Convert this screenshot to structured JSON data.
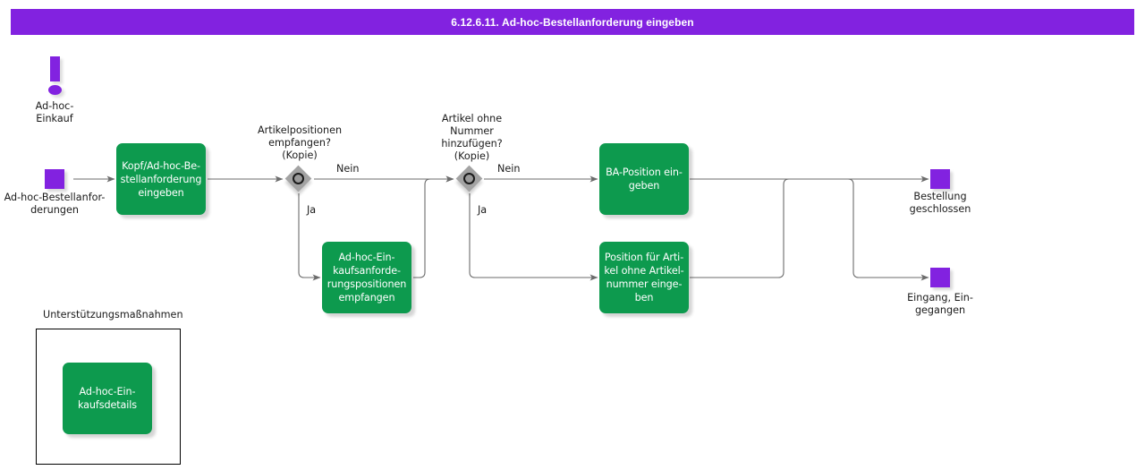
{
  "header": {
    "title": "6.12.6.11. Ad-hoc-Bestellanforderung eingeben",
    "bar_color": "#8222e0",
    "text_color": "#ffffff"
  },
  "colors": {
    "task_green": "#0d9a4e",
    "event_purple": "#8222e0",
    "gateway_gray": "#a3a3a3",
    "connector_gray": "#6b6b6b",
    "text_dark": "#1a1a1a"
  },
  "diagram": {
    "type": "bpmn-process-flow",
    "start_marker": {
      "icon": "exclamation-icon",
      "label": "Ad-hoc-\nEinkauf"
    },
    "start_event": {
      "icon": "message-event-square",
      "label": "Ad-hoc-Bestellanfor-\nderungen"
    },
    "tasks": [
      {
        "id": "t1",
        "label": "Kopf/Ad-hoc-Be-\nstellanforderung\neingeben"
      },
      {
        "id": "t2",
        "label": "Ad-hoc-Ein-\nkaufsanforde-\nrungspositionen\nempfangen"
      },
      {
        "id": "t3",
        "label": "BA-Position ein-\ngeben"
      },
      {
        "id": "t4",
        "label": "Position für Arti-\nkel ohne Artikel-\nnummer einge-\nben"
      },
      {
        "id": "t5",
        "label": "Ad-hoc-Ein-\nkaufsdetails"
      }
    ],
    "gateways": [
      {
        "id": "g1",
        "label": "Artikelpositionen\nempfangen?\n(Kopie)"
      },
      {
        "id": "g2",
        "label": "Artikel ohne\nNummer\nhinzufügen?\n(Kopie)"
      }
    ],
    "flow_labels": {
      "g1_no": "Nein",
      "g1_yes": "Ja",
      "g2_no": "Nein",
      "g2_yes": "Ja"
    },
    "end_events": [
      {
        "id": "e1",
        "label": "Bestellung\ngeschlossen"
      },
      {
        "id": "e2",
        "label": "Eingang, Ein-\ngegangen"
      }
    ],
    "group": {
      "title": "Unterstützungsmaßnahmen"
    }
  }
}
